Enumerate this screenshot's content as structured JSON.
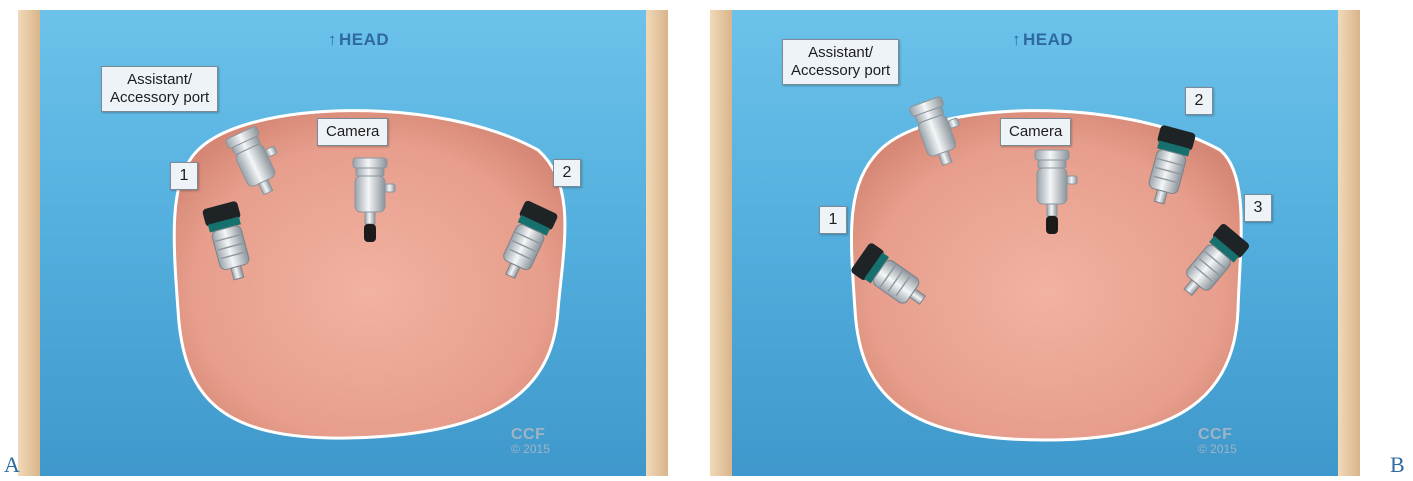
{
  "panels": [
    {
      "letter": "A",
      "head_label": "HEAD",
      "labels": {
        "assistant": "Assistant/\nAccessory port",
        "camera": "Camera",
        "port_numbers": [
          "1",
          "2"
        ]
      },
      "credit": {
        "org": "CCF",
        "year": "© 2015"
      }
    },
    {
      "letter": "B",
      "head_label": "HEAD",
      "labels": {
        "assistant": "Assistant/\nAccessory port",
        "camera": "Camera",
        "port_numbers": [
          "1",
          "2",
          "3"
        ]
      },
      "credit": {
        "org": "CCF",
        "year": "© 2015"
      }
    }
  ],
  "colors": {
    "drape_blue": "#5bb7e3",
    "skin": "#eaa08f",
    "callout_bg": "#eef3f8",
    "head_text": "#2e6aa0"
  },
  "icons": {
    "head_arrow": "arrow-up-icon",
    "trocar": "trocar-port-icon"
  }
}
